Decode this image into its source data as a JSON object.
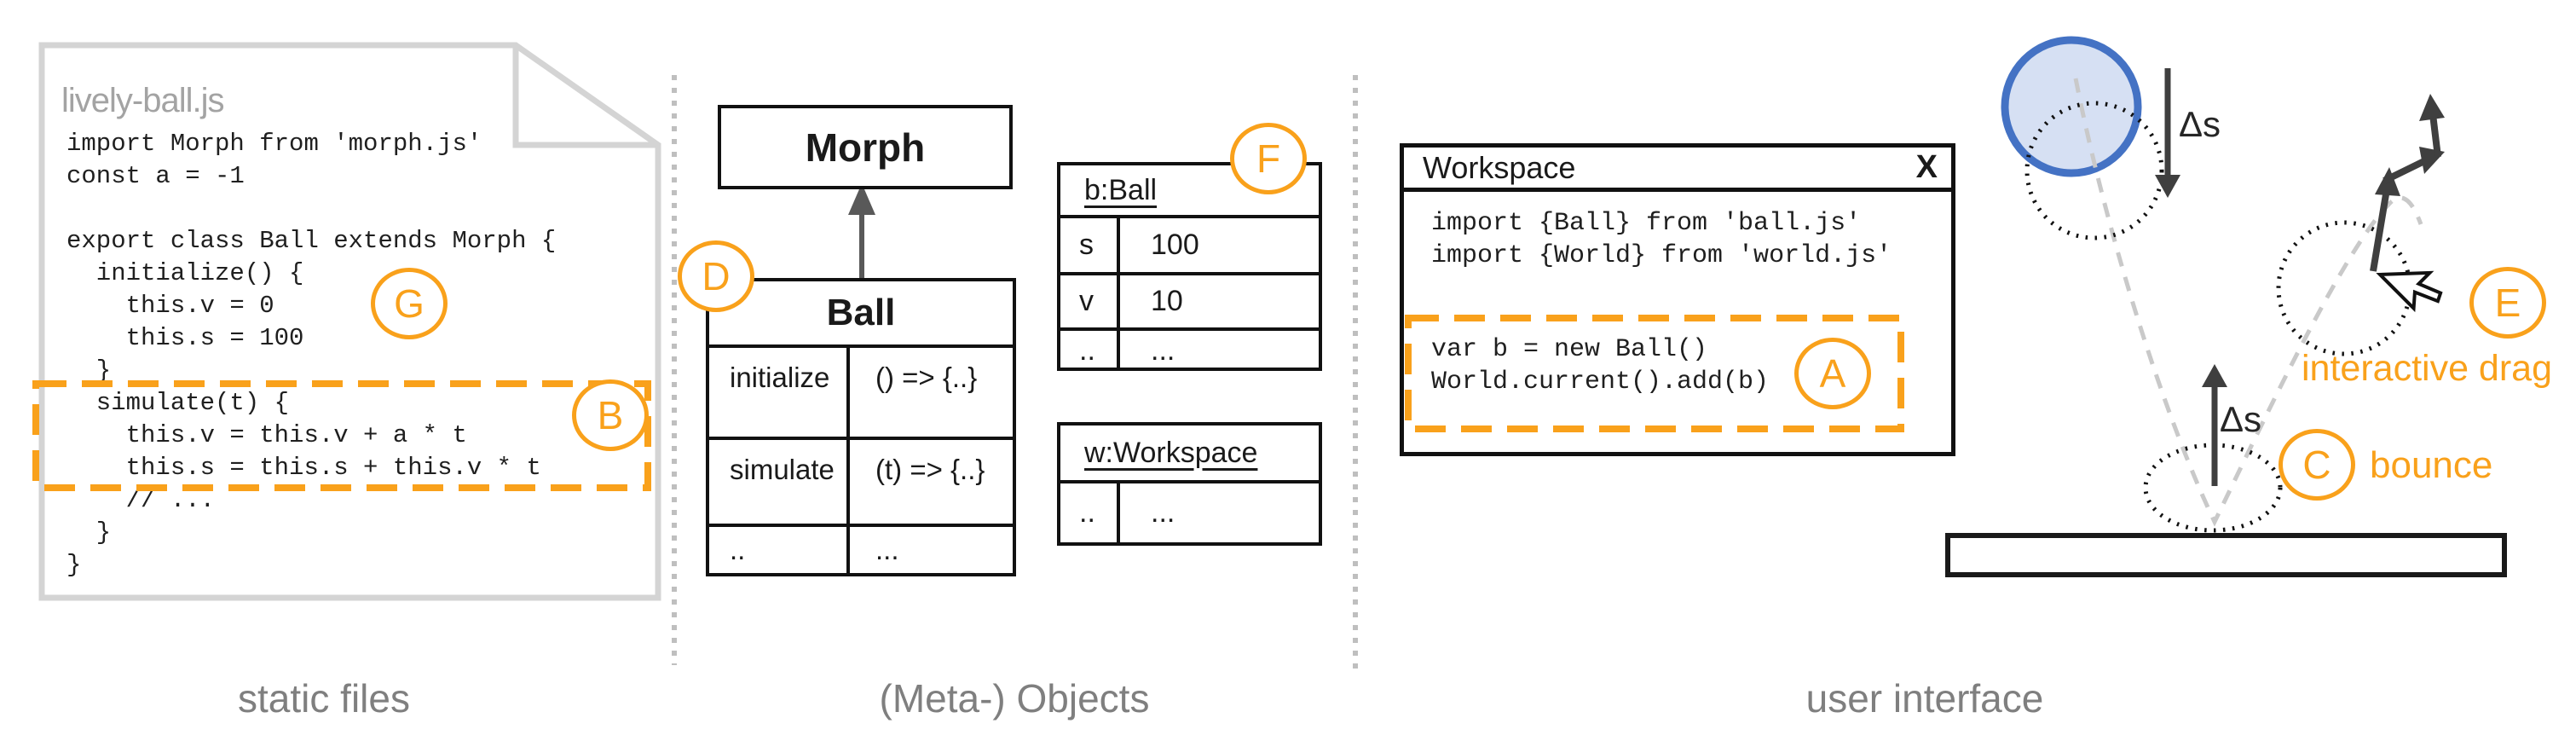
{
  "sections": {
    "static_files": "static files",
    "meta_objects": "(Meta-) Objects",
    "user_interface": "user interface"
  },
  "colors": {
    "orange": "#F9A11B",
    "ball_stroke": "#4472C4",
    "ball_fill": "#D6E0F3",
    "file_outline_gray": "#D4D4D4",
    "divider_gray": "#BFBFBF",
    "dark_arrow": "#3F3F3F",
    "trajectory_gray": "#C9C9C9",
    "section_label_gray": "#7F7F7F"
  },
  "file": {
    "title": "lively-ball.js",
    "code": [
      "import Morph from 'morph.js'",
      "const a = -1",
      "",
      "export class Ball extends Morph {",
      "  initialize() {",
      "    this.v = 0",
      "    this.s = 100",
      "  }",
      "  simulate(t) {",
      "    this.v = this.v + a * t",
      "    this.s = this.s + this.v * t",
      "    // ...",
      "  }",
      "}"
    ]
  },
  "meta": {
    "morph_label": "Morph",
    "ball_class": {
      "title": "Ball",
      "rows": [
        {
          "name": "initialize",
          "value": "() => {..}"
        },
        {
          "name": "simulate",
          "value": "(t) => {..}"
        },
        {
          "name": "..",
          "value": "..."
        }
      ]
    },
    "b_ball": {
      "title": "b:Ball",
      "rows": [
        {
          "name": "s",
          "value": "100"
        },
        {
          "name": "v",
          "value": "10"
        },
        {
          "name": "..",
          "value": "..."
        }
      ]
    },
    "w_workspace": {
      "title": "w:Workspace",
      "rows": [
        {
          "name": "..",
          "value": "..."
        }
      ]
    }
  },
  "workspace": {
    "title": "Workspace",
    "close_label": "X",
    "code_top": [
      "import {Ball} from 'ball.js'",
      "import {World} from 'world.js'"
    ],
    "code_boxed": [
      "var b = new Ball()",
      "World.current().add(b)"
    ]
  },
  "annotations": {
    "A": "A",
    "B": "B",
    "C": "C",
    "D": "D",
    "E": "E",
    "F": "F",
    "G": "G",
    "bounce": "bounce",
    "interactive_drag": "interactive drag",
    "delta_s_down": "Δs",
    "delta_s_up": "Δs"
  }
}
